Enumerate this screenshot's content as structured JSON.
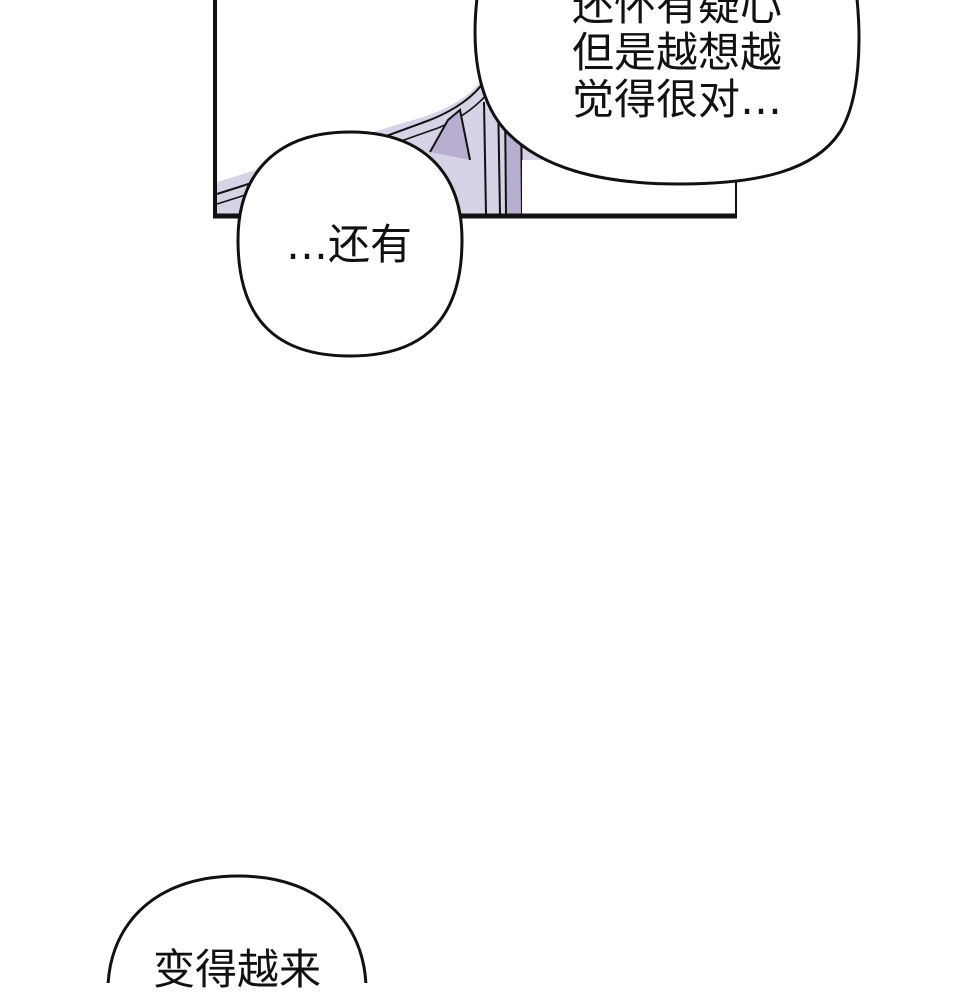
{
  "bubbles": {
    "top": {
      "line1": "还怀有疑心",
      "line2": "但是越想越",
      "line3": "觉得很对…"
    },
    "middle": {
      "line1": "…还有"
    },
    "bottom": {
      "line1": "变得越来"
    }
  },
  "colors": {
    "ink": "#111111",
    "lavender": "#b8aed0",
    "panel_bg": "#ffffff"
  }
}
